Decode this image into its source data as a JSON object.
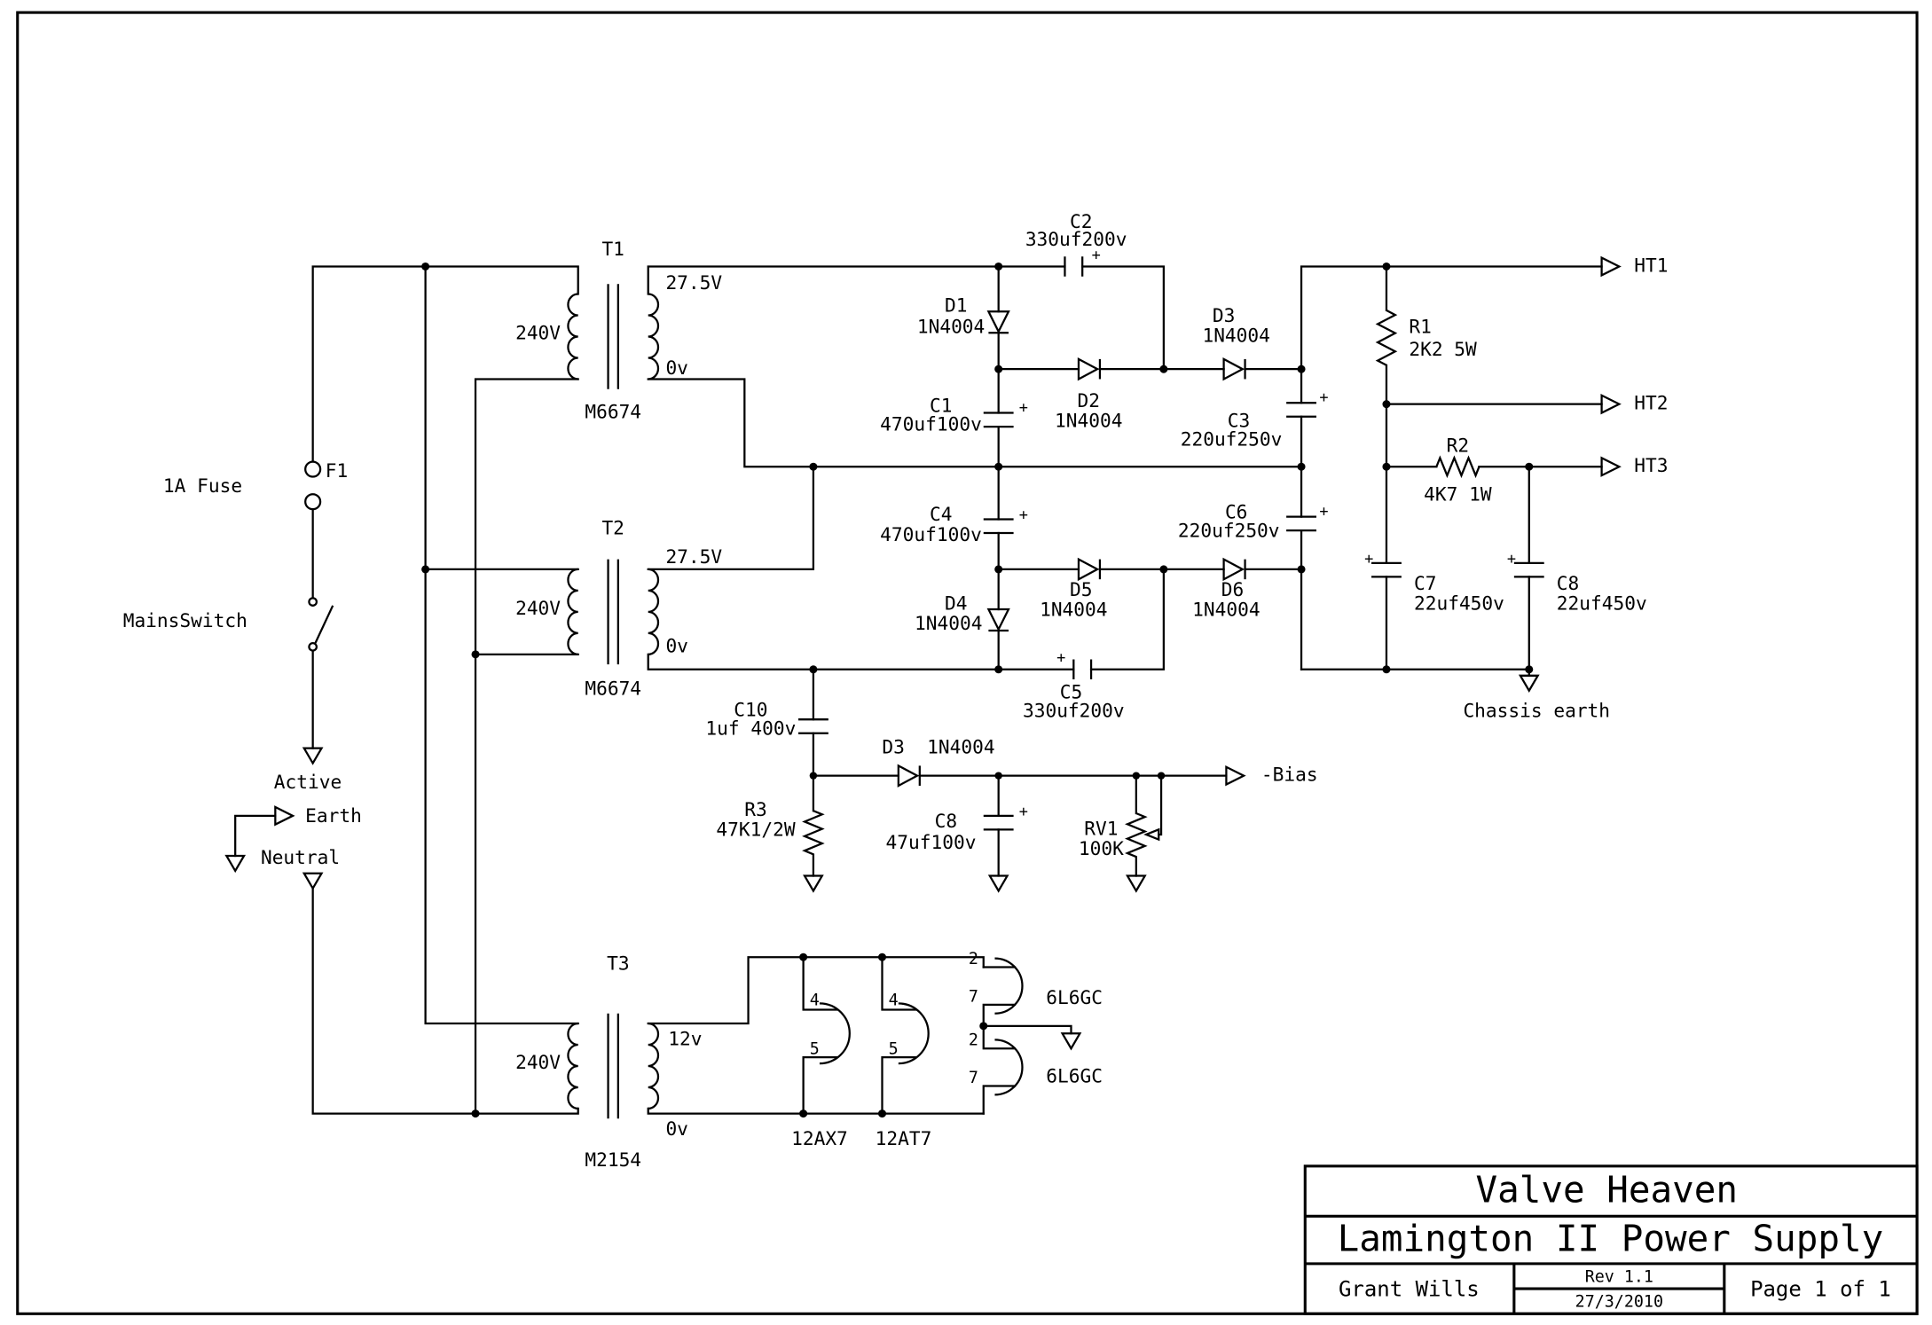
{
  "title_block": {
    "company": "Valve Heaven",
    "title": "Lamington II Power Supply",
    "author": "Grant Wills",
    "revision": "Rev 1.1",
    "date": "27/3/2010",
    "page": "Page 1 of 1"
  },
  "mains": {
    "fuse_value": "1A Fuse",
    "fuse_ref": "F1",
    "switch_label": "MainsSwitch",
    "active": "Active",
    "earth": "Earth",
    "neutral": "Neutral"
  },
  "transformers": {
    "t1": {
      "ref": "T1",
      "primary": "240V",
      "secondary_top": "27.5V",
      "secondary_bottom": "0v",
      "part": "M6674"
    },
    "t2": {
      "ref": "T2",
      "primary": "240V",
      "secondary_top": "27.5V",
      "secondary_bottom": "0v",
      "part": "M6674"
    },
    "t3": {
      "ref": "T3",
      "primary": "240V",
      "secondary_top": "12v",
      "secondary_bottom": "0v",
      "part": "M2154"
    }
  },
  "diodes": {
    "d1": {
      "ref": "D1",
      "part": "1N4004"
    },
    "d2": {
      "ref": "D2",
      "part": "1N4004"
    },
    "d3": {
      "ref": "D3",
      "part": "1N4004"
    },
    "d4": {
      "ref": "D4",
      "part": "1N4004"
    },
    "d5": {
      "ref": "D5",
      "part": "1N4004"
    },
    "d6": {
      "ref": "D6",
      "part": "1N4004"
    },
    "d3_bias": {
      "ref": "D3",
      "part": "1N4004"
    }
  },
  "capacitors": {
    "c1": {
      "ref": "C1",
      "value": "470uf100v"
    },
    "c2": {
      "ref": "C2",
      "value": "330uf200v"
    },
    "c3": {
      "ref": "C3",
      "value": "220uf250v"
    },
    "c4": {
      "ref": "C4",
      "value": "470uf100v"
    },
    "c5": {
      "ref": "C5",
      "value": "330uf200v"
    },
    "c6": {
      "ref": "C6",
      "value": "220uf250v"
    },
    "c7": {
      "ref": "C7",
      "value": "22uf450v"
    },
    "c8": {
      "ref": "C8",
      "value": "22uf450v"
    },
    "c8_bias": {
      "ref": "C8",
      "value": "47uf100v"
    },
    "c10": {
      "ref": "C10",
      "value": "1uf 400v"
    },
    "polarity_mark": "+"
  },
  "resistors": {
    "r1": {
      "ref": "R1",
      "value": "2K2 5W"
    },
    "r2": {
      "ref": "R2",
      "value": "4K7 1W"
    },
    "r3": {
      "ref": "R3",
      "value": "47K1/2W"
    },
    "rv1": {
      "ref": "RV1",
      "value": "100K"
    }
  },
  "outputs": {
    "ht1": "HT1",
    "ht2": "HT2",
    "ht3": "HT3",
    "bias": "-Bias",
    "chassis_earth": "Chassis earth"
  },
  "heaters": {
    "v1": {
      "name": "12AX7",
      "pin_top": "4",
      "pin_bottom": "5"
    },
    "v2": {
      "name": "12AT7",
      "pin_top": "4",
      "pin_bottom": "5"
    },
    "v3": {
      "name": "6L6GC",
      "pin_top": "2",
      "pin_bottom": "7"
    },
    "v4": {
      "name": "6L6GC",
      "pin_top": "2",
      "pin_bottom": "7"
    }
  }
}
